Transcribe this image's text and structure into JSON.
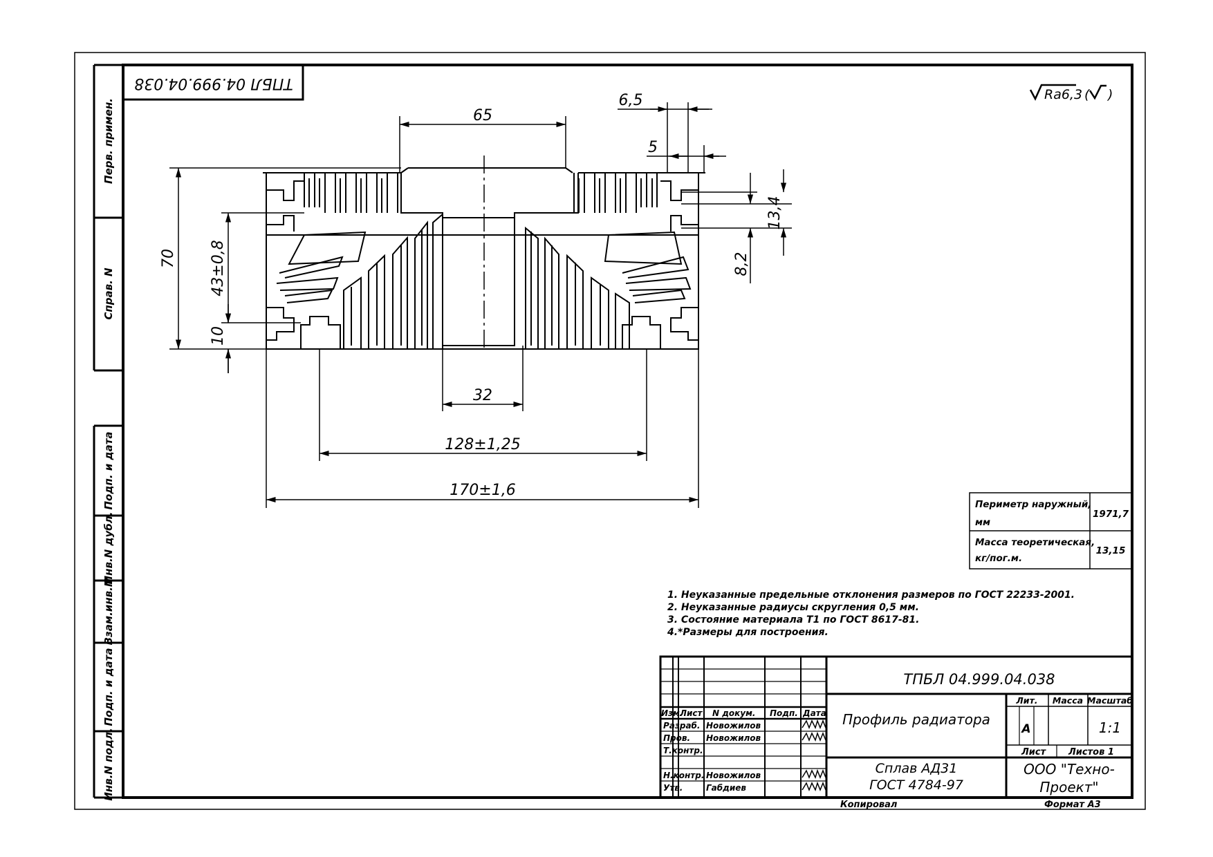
{
  "stamp": {
    "mirrored_code": "ТПБЛ 04.999.04.038"
  },
  "side_strip": {
    "top": [
      "Перв. примен.",
      "Справ. N"
    ],
    "bottom": [
      "Подп. и дата",
      "Инв.N дубл.",
      "Взам.инв.N",
      "Подп. и дата",
      "Инв.N подл."
    ]
  },
  "roughness": "Ra6,3",
  "dimensions": {
    "d65": "65",
    "d6_5": "6,5",
    "d5": "5",
    "d13_4": "13,4",
    "d8_2": "8,2",
    "d70": "70",
    "d43": "43±0,8",
    "d10": "10",
    "d32": "32",
    "d128": "128±1,25",
    "d170": "170±1,6"
  },
  "properties": [
    {
      "label_l1": "Периметр наружный,",
      "label_l2": "мм",
      "value": "1971,7"
    },
    {
      "label_l1": "Масса теоретическая,",
      "label_l2": "кг/пог.м.",
      "value": "13,15"
    }
  ],
  "notes": [
    "1. Неуказанные предельные отклонения размеров по ГОСТ 22233-2001.",
    "2. Неуказанные радиусы скругления 0,5 мм.",
    "3. Состояние материала Т1 по ГОСТ 8617-81.",
    "4.*Размеры для построения."
  ],
  "title_block": {
    "designation": "ТПБЛ 04.999.04.038",
    "title": "Профиль радиатора",
    "material_l1": "Сплав АД31",
    "material_l2": "ГОСТ 4784-97",
    "hdr_lit": "Лит.",
    "hdr_mass": "Масса",
    "hdr_scale": "Масштаб",
    "lit_value": "А",
    "scale": "1:1",
    "sheet": "Лист",
    "sheets": "Листов 1",
    "company_l1": "ООО \"Техно-",
    "company_l2": "Проект\"",
    "col_headers": [
      "Изм.",
      "Лист",
      "N докум.",
      "Подп.",
      "Дата"
    ],
    "rows": [
      {
        "role": "Разраб.",
        "name": "Новожилов"
      },
      {
        "role": "Пров.",
        "name": "Новожилов"
      },
      {
        "role": "Т.контр.",
        "name": ""
      },
      {
        "role": "",
        "name": ""
      },
      {
        "role": "Н.контр.",
        "name": "Новожилов"
      },
      {
        "role": "Утв.",
        "name": "Габдиев"
      }
    ],
    "copied": "Копировал",
    "format": "Формат А3"
  }
}
